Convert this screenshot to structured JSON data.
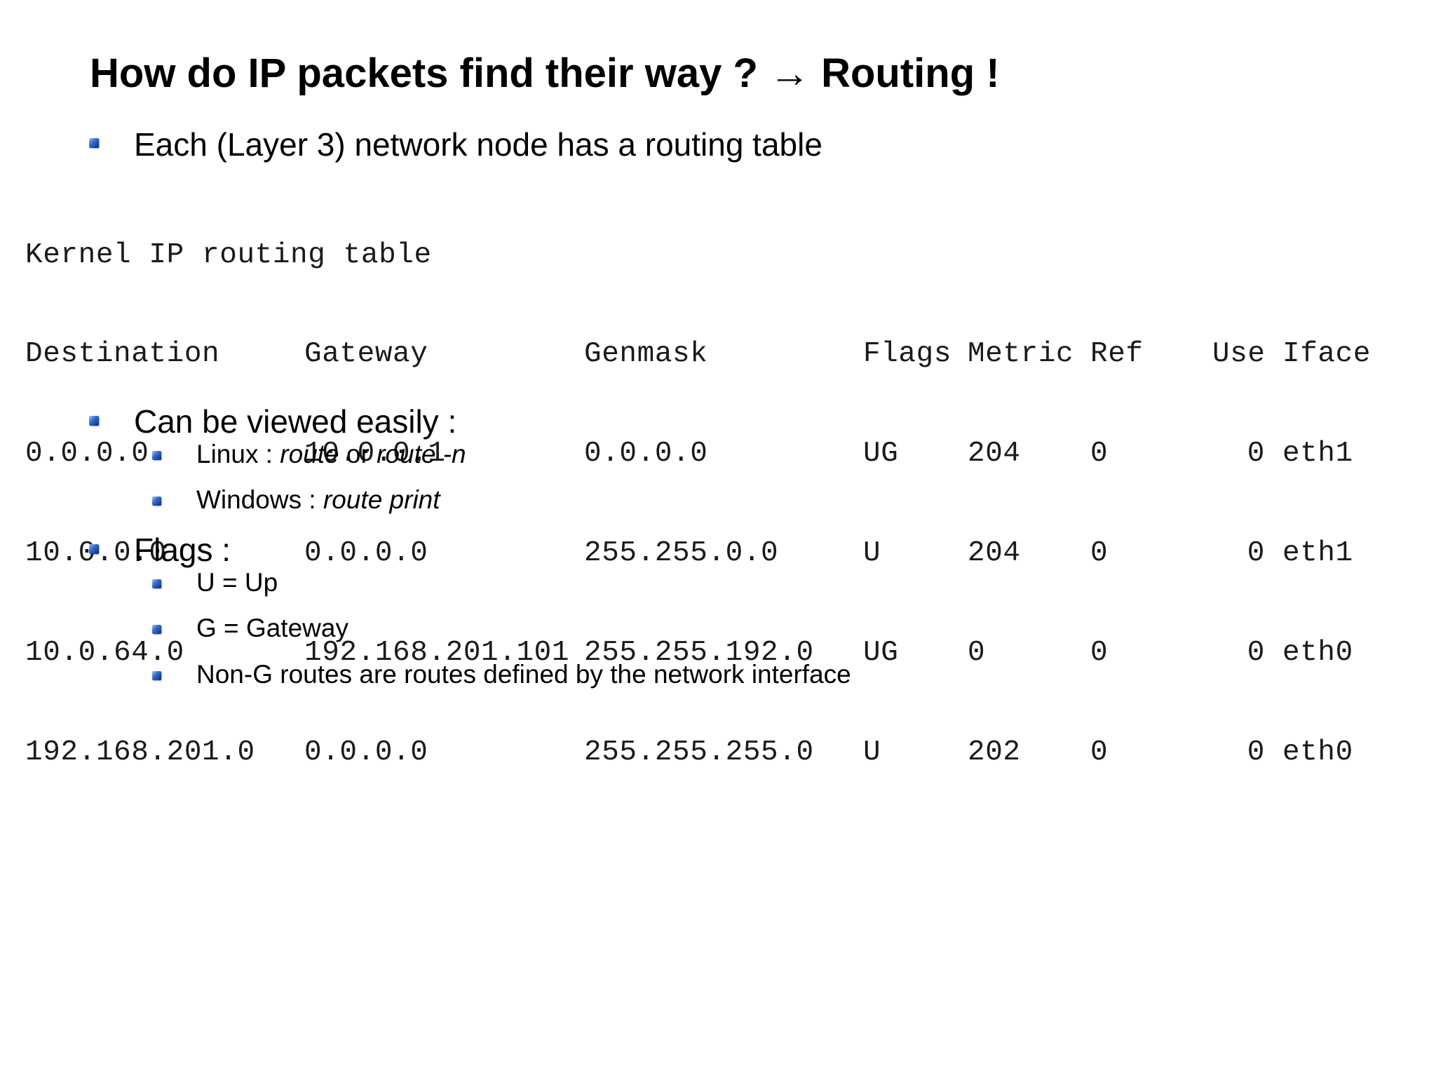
{
  "slide": {
    "title": "How do IP packets find their way ? → Routing !",
    "bullet1": "Each (Layer 3) network node has a routing table",
    "bullet2": "Can be viewed easily :",
    "bullet2_items": [
      {
        "prefix": "Linux : ",
        "cmd1": "route",
        "mid": " or ",
        "cmd2": "route -n"
      },
      {
        "prefix": "Windows : ",
        "cmd1": "route print"
      }
    ],
    "bullet3": "Flags :",
    "bullet3_items": [
      "U = Up",
      "G = Gateway",
      "Non-G routes are routes defined by the network interface"
    ]
  },
  "routing_table": {
    "caption": "Kernel IP routing table",
    "headers": [
      "Destination",
      "Gateway",
      "Genmask",
      "Flags",
      "Metric",
      "Ref",
      "Use",
      "Iface"
    ],
    "rows": [
      [
        "0.0.0.0",
        "10.0.0.1",
        "0.0.0.0",
        "UG",
        "204",
        "0",
        "0",
        "eth1"
      ],
      [
        "10.0.0.0",
        "0.0.0.0",
        "255.255.0.0",
        "U",
        "204",
        "0",
        "0",
        "eth1"
      ],
      [
        "10.0.64.0",
        "192.168.201.101",
        "255.255.192.0",
        "UG",
        "0",
        "0",
        "0",
        "eth0"
      ],
      [
        "192.168.201.0",
        "0.0.0.0",
        "255.255.255.0",
        "U",
        "202",
        "0",
        "0",
        "eth0"
      ]
    ]
  }
}
